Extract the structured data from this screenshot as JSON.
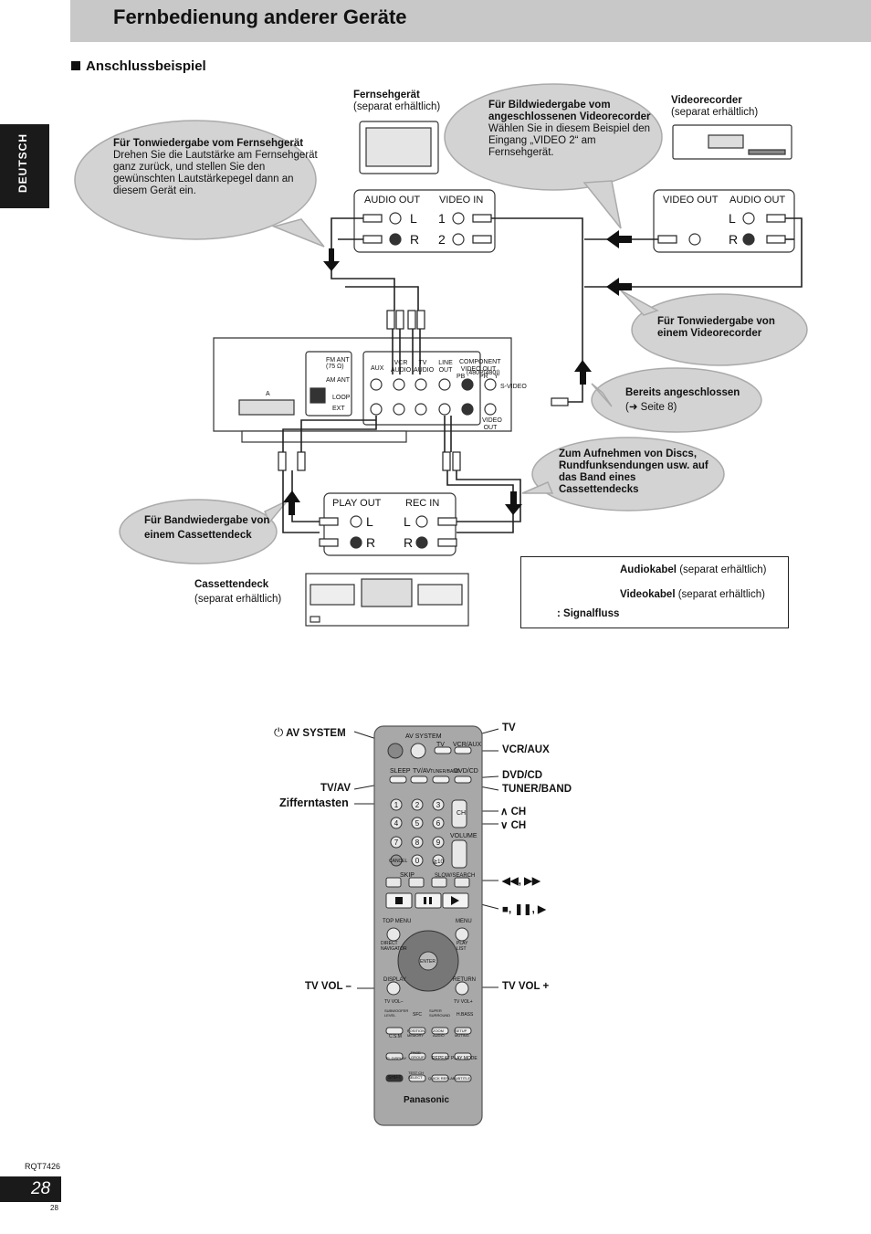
{
  "page": {
    "title": "Fernbedienung anderer Geräte",
    "side_tab": "DEUTSCH",
    "section_heading": "Anschlussbeispiel",
    "doc_code": "RQT7426",
    "page_number": "28",
    "page_number_small": "28"
  },
  "devices": {
    "tv": {
      "name": "Fernsehgerät",
      "note": "(separat erhältlich)"
    },
    "vcr": {
      "name": "Videorecorder",
      "note": "(separat erhältlich)"
    },
    "cassette": {
      "name": "Cassettendeck",
      "note": "(separat erhältlich)"
    }
  },
  "bubbles": {
    "tv_audio": {
      "title": "Für Tonwiedergabe vom Fernsehgerät",
      "body": "Drehen Sie die Lautstärke am Fernsehgerät ganz zurück, und stellen Sie den gewünschten Lautstärkepegel dann an diesem Gerät ein."
    },
    "video_playback": {
      "title": "Für Bildwiedergabe vom angeschlossenen Videorecorder",
      "body": "Wählen Sie in diesem Beispiel den Eingang „VIDEO 2“ am Fernsehgerät."
    },
    "vcr_audio": {
      "title": "Für Tonwiedergabe von einem Videorecorder"
    },
    "already_connected": {
      "title": "Bereits angeschlossen",
      "body": "(➜ Seite 8)"
    },
    "recording": {
      "title": "Zum Aufnehmen von Discs, Rundfunksendungen usw. auf das Band eines Cassettendecks"
    },
    "tape_playback": {
      "title": "Für Bandwiedergabe von einem Cassettendeck"
    }
  },
  "ports": {
    "tv_audio_out": "AUDIO OUT",
    "tv_video_in": "VIDEO IN",
    "vcr_video_out": "VIDEO OUT",
    "vcr_audio_out": "AUDIO OUT",
    "play_out": "PLAY OUT",
    "rec_in": "REC IN",
    "L": "L",
    "R": "R",
    "one": "1",
    "two": "2"
  },
  "unit_panel": {
    "fm_ant": "FM ANT",
    "fm_ohm": "(75 Ω)",
    "am_ant": "AM ANT",
    "loop": "LOOP",
    "ext": "EXT",
    "aux": "AUX",
    "vcr_audio": "VCR AUDIO",
    "tv_audio": "TV AUDIO",
    "line_out": "LINE OUT",
    "component": "COMPONENT VIDEO OUT",
    "component_res": "(480P/480I)",
    "video_out": "VIDEO OUT",
    "s_video": "S-VIDEO",
    "pb": "PB",
    "pr": "PR",
    "y": "Y",
    "a": "A"
  },
  "legend": {
    "audio_bold": "Audiokabel",
    "audio_note": "(separat erhältlich)",
    "video_bold": "Videokabel",
    "video_note": "(separat erhältlich)",
    "signal": ": Signalfluss"
  },
  "remote": {
    "brand": "Panasonic",
    "labels_left": {
      "av_system": "AV SYSTEM",
      "tv_av": "TV/AV",
      "number_keys": "Zifferntasten",
      "tv_vol_minus": "TV VOL –"
    },
    "labels_right": {
      "tv": "TV",
      "vcr_aux": "VCR/AUX",
      "dvd_cd": "DVD/CD",
      "tuner_band": "TUNER/BAND",
      "ch_up": "∧ CH",
      "ch_down": "∨ CH",
      "skip_search": "◀◀, ▶▶",
      "stop_pause_play": "■, ❚❚, ▶",
      "tv_vol_plus": "TV VOL +"
    },
    "keys": {
      "av_system": "AV SYSTEM",
      "tv": "TV",
      "vcr_aux": "VCR/AUX",
      "sleep": "SLEEP",
      "tv_av": "TV/AV",
      "tuner_band": "TUNER/BAND",
      "dvd_cd": "DVD/CD",
      "ch": "CH",
      "volume": "VOLUME",
      "cancel": "CANCEL",
      "skip": "SKIP",
      "slow_search": "SLOW/SEARCH",
      "top_menu": "TOP MENU",
      "menu": "MENU",
      "direct_navigator": "DIRECT NAVIGATOR",
      "play_list": "PLAY LIST",
      "enter": "ENTER",
      "display": "DISPLAY",
      "return": "RETURN",
      "tv_vol_minus": "TV VOL–",
      "tv_vol_plus": "TV VOL+",
      "subwoofer": "SUBWOOFER LEVEL",
      "sfc": "SFC",
      "surround": "SUPER SURROUND",
      "h_bass": "H.BASS",
      "csm": "C.S.M",
      "position": "POSITION MEMORY",
      "zoom": "ZOOM AUDIO",
      "setup": "SETUP MUTING",
      "fl_display": "FL DISPLAY",
      "page": "PAGE GROUP",
      "repeat": "REPEAT",
      "play_mode": "PLAY MODE",
      "shift": "SHIFT",
      "test": "TEST CH SELECT",
      "quick_replay": "QUICK REPLAY",
      "subtitle": "SUBTITLE",
      "digits": [
        "1",
        "2",
        "3",
        "4",
        "5",
        "6",
        "7",
        "8",
        "9",
        "0",
        "≧10"
      ]
    }
  },
  "colors": {
    "header_bg": "#c8c8c8",
    "bubble_fill": "#d3d3d3",
    "remote_body": "#a8a8a8",
    "dark": "#1a1a1a"
  }
}
